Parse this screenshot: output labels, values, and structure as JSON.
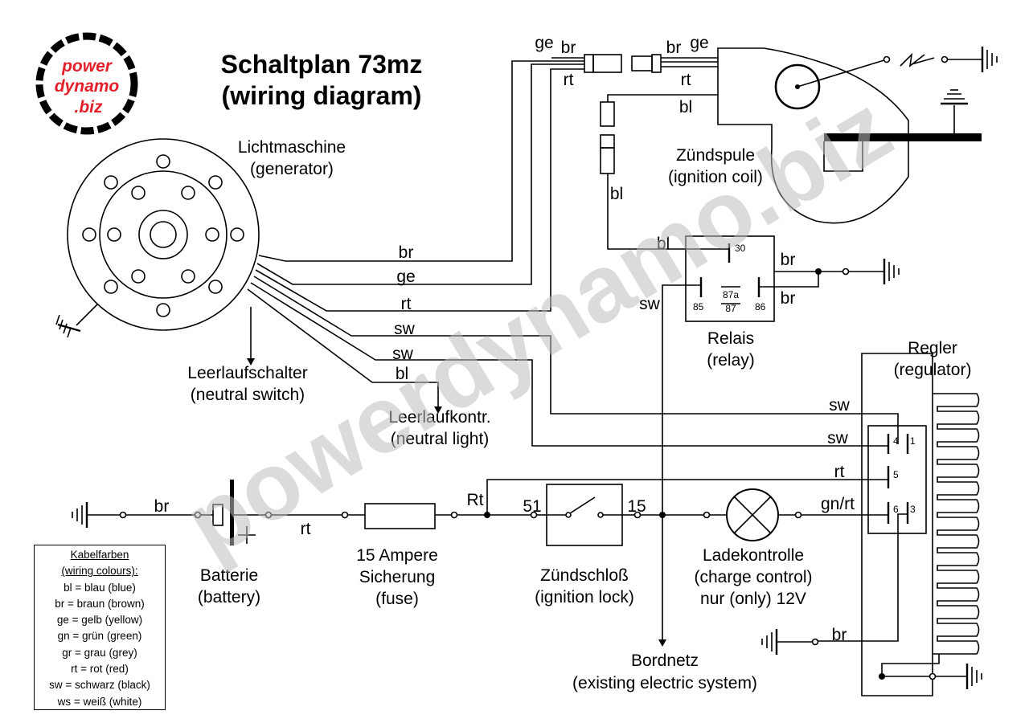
{
  "logo": {
    "line1": "power",
    "line2": "dynamo",
    "line3": ".biz"
  },
  "title": {
    "line1": "Schaltplan 73mz",
    "line2": "(wiring diagram)"
  },
  "watermark": "powerdynamo.biz",
  "components": {
    "generator": {
      "name": "Lichtmaschine",
      "sub": "(generator)"
    },
    "ignition_coil": {
      "name": "Zündspule",
      "sub": "(ignition coil)"
    },
    "relay": {
      "name": "Relais",
      "sub": "(relay)",
      "pin30": "30",
      "pin85": "85",
      "pin86": "86",
      "pin87a": "87a",
      "pin87": "87"
    },
    "regulator": {
      "name": "Regler",
      "sub": "(regulator)",
      "pin4": "4",
      "pin1": "1",
      "pin5": "5",
      "pin6": "6",
      "pin3": "3"
    },
    "neutral_switch": {
      "name": "Leerlaufschalter",
      "sub": "(neutral switch)"
    },
    "neutral_light": {
      "name": "Leerlaufkontr.",
      "sub": "(neutral light)"
    },
    "battery": {
      "name": "Batterie",
      "sub": "(battery)",
      "plus": "+"
    },
    "fuse": {
      "line1": "15 Ampere",
      "line2": "Sicherung",
      "line3": "(fuse)"
    },
    "ignition_lock": {
      "name": "Zündschloß",
      "sub": "(ignition lock)",
      "t51": "51",
      "t15": "15"
    },
    "charge_control": {
      "line1": "Ladekontrolle",
      "line2": "(charge control)",
      "line3": "nur (only) 12V"
    },
    "onboard": {
      "name": "Bordnetz",
      "sub": "(existing electric system)"
    }
  },
  "wire_labels": {
    "gen_br": "br",
    "gen_ge": "ge",
    "gen_rt": "rt",
    "gen_sw1": "sw",
    "gen_sw2": "sw",
    "gen_bl": "bl",
    "top_ge": "ge",
    "top_br": "br",
    "top_rt": "rt",
    "coil_br": "br",
    "coil_ge": "ge",
    "coil_rt": "rt",
    "coil_bl": "bl",
    "coil_bl_down": "bl",
    "relay_bl": "bl",
    "relay_sw": "sw",
    "relay_br1": "br",
    "relay_br2": "br",
    "reg_sw1": "sw",
    "reg_sw2": "sw",
    "reg_rt": "rt",
    "reg_gnrt": "gn/rt",
    "reg_br": "br",
    "bat_br": "br",
    "bat_rt": "rt",
    "main_Rt": "Rt"
  },
  "legend": {
    "heading1": "Kabelfarben",
    "heading2": "(wiring colours):",
    "entries": [
      "bl = blau (blue)",
      "br = braun (brown)",
      "ge = gelb (yellow)",
      "gn = grün (green)",
      "gr = grau (grey)",
      "rt = rot (red)",
      "sw = schwarz (black)",
      "ws = weiß (white)"
    ]
  },
  "colors": {
    "logo_red": "#e3202a",
    "watermark_grey": "#bdbdbd"
  }
}
